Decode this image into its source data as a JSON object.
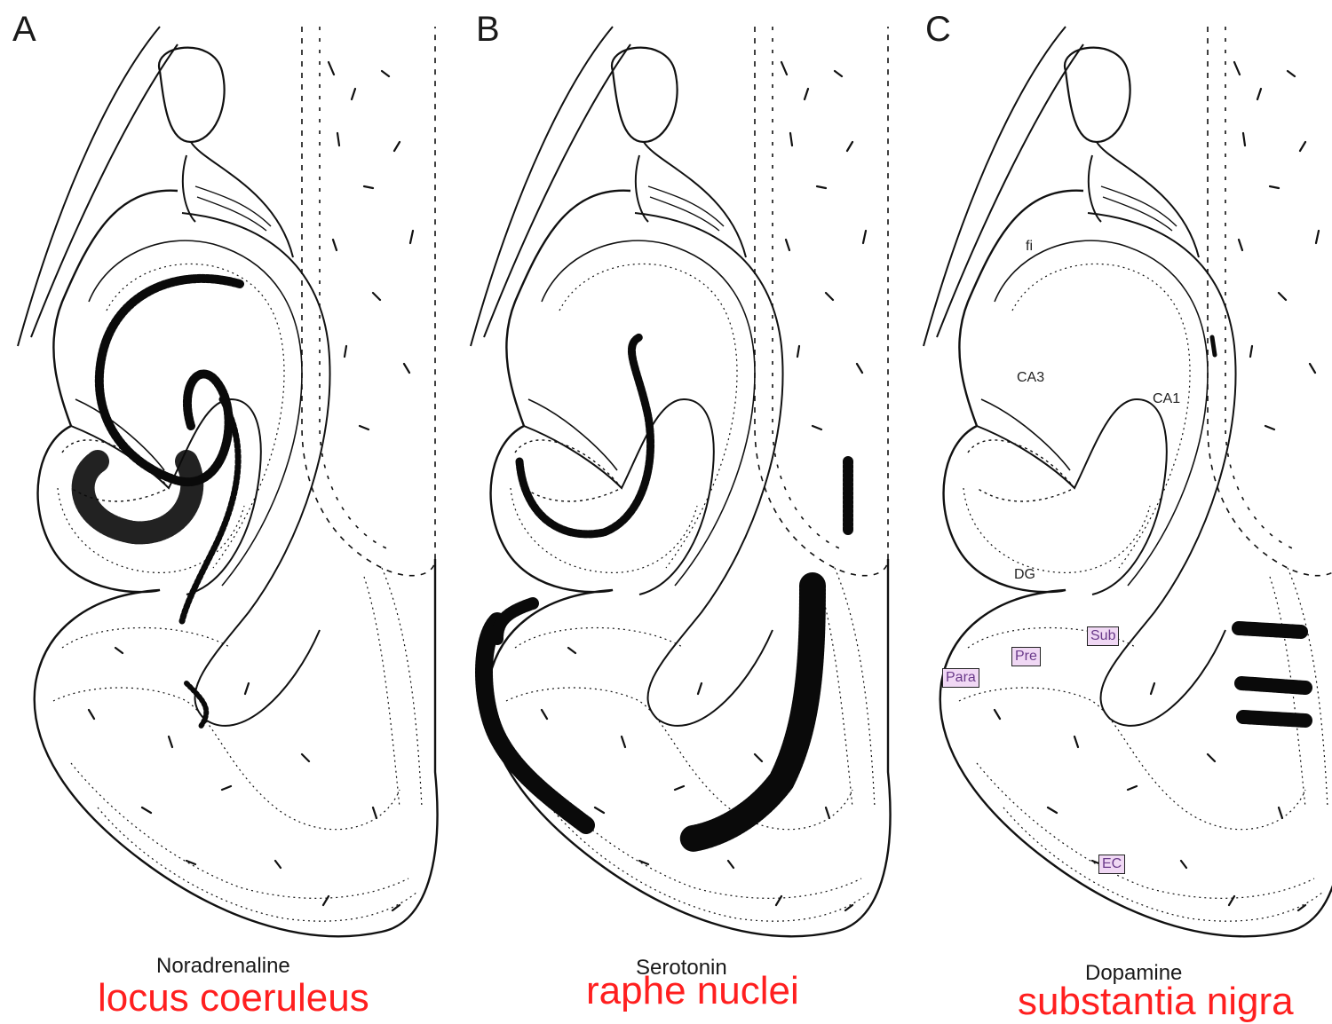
{
  "panels": [
    {
      "letter": "A",
      "transmitter": "Noradrenaline",
      "source": "locus coeruleus"
    },
    {
      "letter": "B",
      "transmitter": "Serotonin",
      "source": "raphe nuclei"
    },
    {
      "letter": "C",
      "transmitter": "Dopamine",
      "source": "substantia nigra"
    }
  ],
  "region_labels": {
    "fi": "fi",
    "ca3": "CA3",
    "ca1": "CA1",
    "dg": "DG",
    "sub": "Sub",
    "pre": "Pre",
    "para": "Para",
    "ec": "EC"
  },
  "colors": {
    "ink": "#111111",
    "source_text": "#ff1f1f",
    "label_box": "#f0d8f4"
  }
}
